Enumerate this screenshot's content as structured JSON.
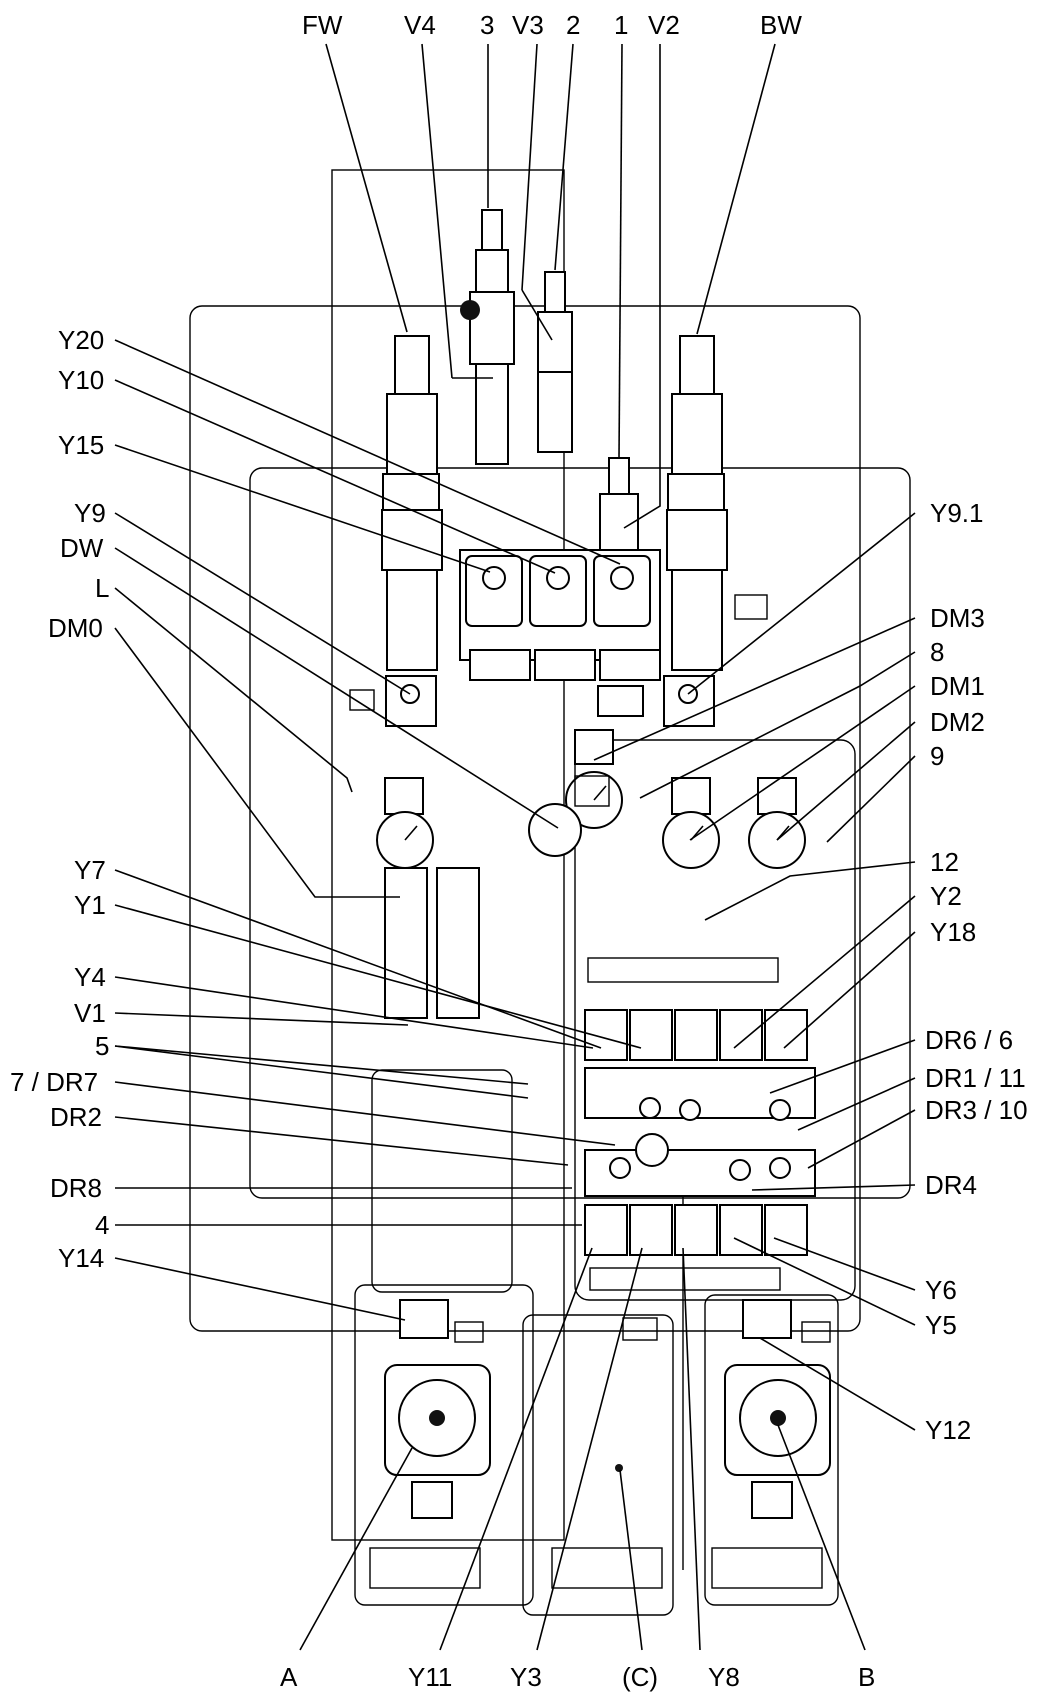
{
  "labels": {
    "fw": "FW",
    "v4": "V4",
    "n3": "3",
    "v3": "V3",
    "n2": "2",
    "n1": "1",
    "v2": "V2",
    "bw": "BW",
    "y20": "Y20",
    "y10": "Y10",
    "y15": "Y15",
    "y9": "Y9",
    "dw": "DW",
    "l": "L",
    "dm0": "DM0",
    "y7": "Y7",
    "y1": "Y1",
    "y4": "Y4",
    "v1": "V1",
    "n5": "5",
    "n7dr7": "7 / DR7",
    "dr2": "DR2",
    "dr8": "DR8",
    "n4": "4",
    "y14": "Y14",
    "y91": "Y9.1",
    "dm3": "DM3",
    "n8": "8",
    "dm1": "DM1",
    "dm2": "DM2",
    "n9": "9",
    "n12": "12",
    "y2": "Y2",
    "y18": "Y18",
    "dr66": "DR6 / 6",
    "dr111": "DR1 / 11",
    "dr310": "DR3 / 10",
    "dr4": "DR4",
    "y6": "Y6",
    "y5": "Y5",
    "y12": "Y12",
    "a": "A",
    "y11": "Y11",
    "y3": "Y3",
    "c": "(C)",
    "y8": "Y8",
    "b": "B"
  }
}
